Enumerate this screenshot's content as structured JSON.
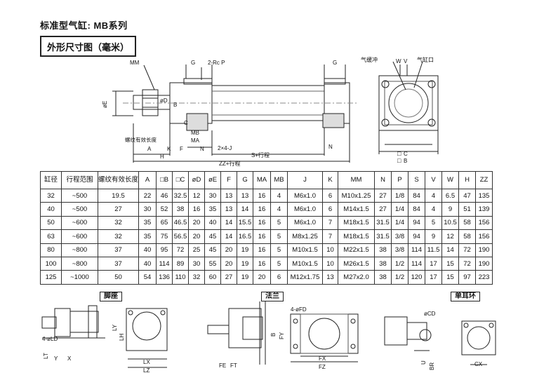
{
  "header": {
    "title": "标准型气缸: MB系列",
    "subtitle": "外形尺寸图（毫米）"
  },
  "main_drawing": {
    "labels": {
      "mm": "MM",
      "g_left": "G",
      "port": "2-Rc P",
      "g_right": "G",
      "phi_e": "øE",
      "phi_d": "øD",
      "b": "B",
      "c": "C",
      "mb": "MB",
      "ma": "MA",
      "thread_len": "螺纹有效长度",
      "k": "K",
      "f": "F",
      "n_left": "N",
      "j": "2×4-J",
      "a": "A",
      "h": "H",
      "s_stroke": "S+行程",
      "n_right": "N",
      "zz_stroke": "ZZ+行程"
    }
  },
  "side_view": {
    "labels": {
      "cushion": "气缓冲",
      "w": "W",
      "v": "V",
      "port": "气缸口",
      "box_c": "C",
      "box_b": "B"
    }
  },
  "table": {
    "headers": [
      "缸径",
      "行程范围",
      "螺纹有效长度",
      "A",
      "□B",
      "□C",
      "øD",
      "øE",
      "F",
      "G",
      "MA",
      "MB",
      "J",
      "K",
      "MM",
      "N",
      "P",
      "S",
      "V",
      "W",
      "H",
      "ZZ"
    ],
    "rows": [
      [
        "32",
        "~500",
        "19.5",
        "22",
        "46",
        "32.5",
        "12",
        "30",
        "13",
        "13",
        "16",
        "4",
        "M6x1.0",
        "6",
        "M10x1.25",
        "27",
        "1/8",
        "84",
        "4",
        "6.5",
        "47",
        "135"
      ],
      [
        "40",
        "~500",
        "27",
        "30",
        "52",
        "38",
        "16",
        "35",
        "13",
        "14",
        "16",
        "4",
        "M6x1.0",
        "6",
        "M14x1.5",
        "27",
        "1/4",
        "84",
        "4",
        "9",
        "51",
        "139"
      ],
      [
        "50",
        "~600",
        "32",
        "35",
        "65",
        "46.5",
        "20",
        "40",
        "14",
        "15.5",
        "16",
        "5",
        "M6x1.0",
        "7",
        "M18x1.5",
        "31.5",
        "1/4",
        "94",
        "5",
        "10.5",
        "58",
        "156"
      ],
      [
        "63",
        "~600",
        "32",
        "35",
        "75",
        "56.5",
        "20",
        "45",
        "14",
        "16.5",
        "16",
        "5",
        "M8x1.25",
        "7",
        "M18x1.5",
        "31.5",
        "3/8",
        "94",
        "9",
        "12",
        "58",
        "156"
      ],
      [
        "80",
        "~800",
        "37",
        "40",
        "95",
        "72",
        "25",
        "45",
        "20",
        "19",
        "16",
        "5",
        "M10x1.5",
        "10",
        "M22x1.5",
        "38",
        "3/8",
        "114",
        "11.5",
        "14",
        "72",
        "190"
      ],
      [
        "100",
        "~800",
        "37",
        "40",
        "114",
        "89",
        "30",
        "55",
        "20",
        "19",
        "16",
        "5",
        "M10x1.5",
        "10",
        "M26x1.5",
        "38",
        "1/2",
        "114",
        "17",
        "15",
        "72",
        "190"
      ],
      [
        "125",
        "~1000",
        "50",
        "54",
        "136",
        "110",
        "32",
        "60",
        "27",
        "19",
        "20",
        "6",
        "M12x1.75",
        "13",
        "M27x2.0",
        "38",
        "1/2",
        "120",
        "17",
        "15",
        "97",
        "223"
      ]
    ]
  },
  "mount_foot": {
    "label": "脚座",
    "dims": [
      "4-øLD",
      "LY",
      "LH",
      "LT",
      "Y",
      "X",
      "LX",
      "LZ"
    ]
  },
  "mount_flange": {
    "label": "法兰",
    "dims": [
      "4-øFD",
      "B",
      "FY",
      "FE",
      "FT",
      "FX",
      "FZ"
    ]
  },
  "mount_clevis": {
    "label": "单耳环",
    "dims": [
      "øCD",
      "U",
      "BR",
      "CX"
    ]
  }
}
